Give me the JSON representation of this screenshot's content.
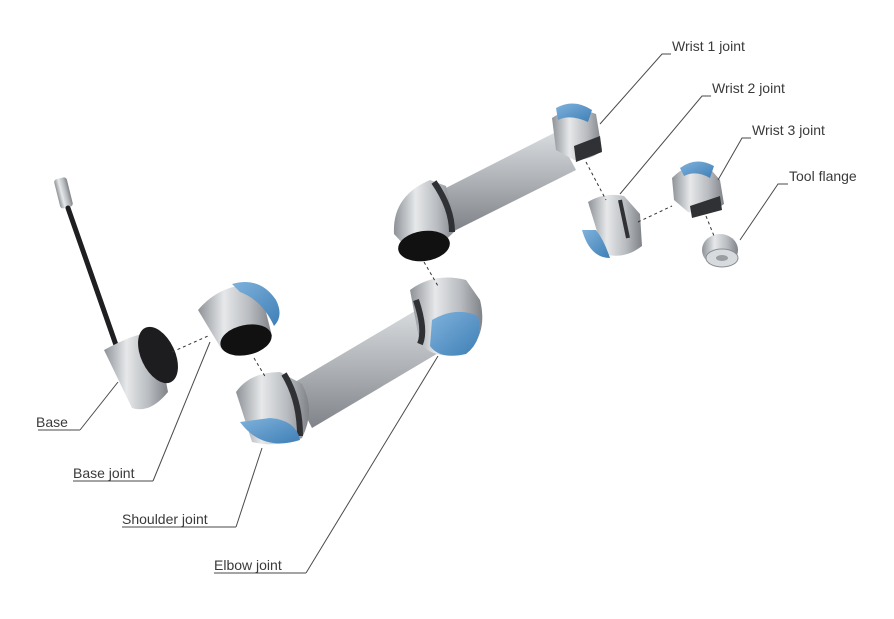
{
  "labels": {
    "wrist1": "Wrist 1 joint",
    "wrist2": "Wrist 2 joint",
    "wrist3": "Wrist 3 joint",
    "tool_flange": "Tool flange",
    "base": "Base",
    "base_joint": "Base joint",
    "shoulder_joint": "Shoulder joint",
    "elbow_joint": "Elbow joint"
  },
  "colors": {
    "metal": "#b9bcc0",
    "metal_dark": "#7d8187",
    "cap_blue": "#4f8fc4",
    "ring_dark": "#3b3d40",
    "leader": "#4a4a4a"
  }
}
